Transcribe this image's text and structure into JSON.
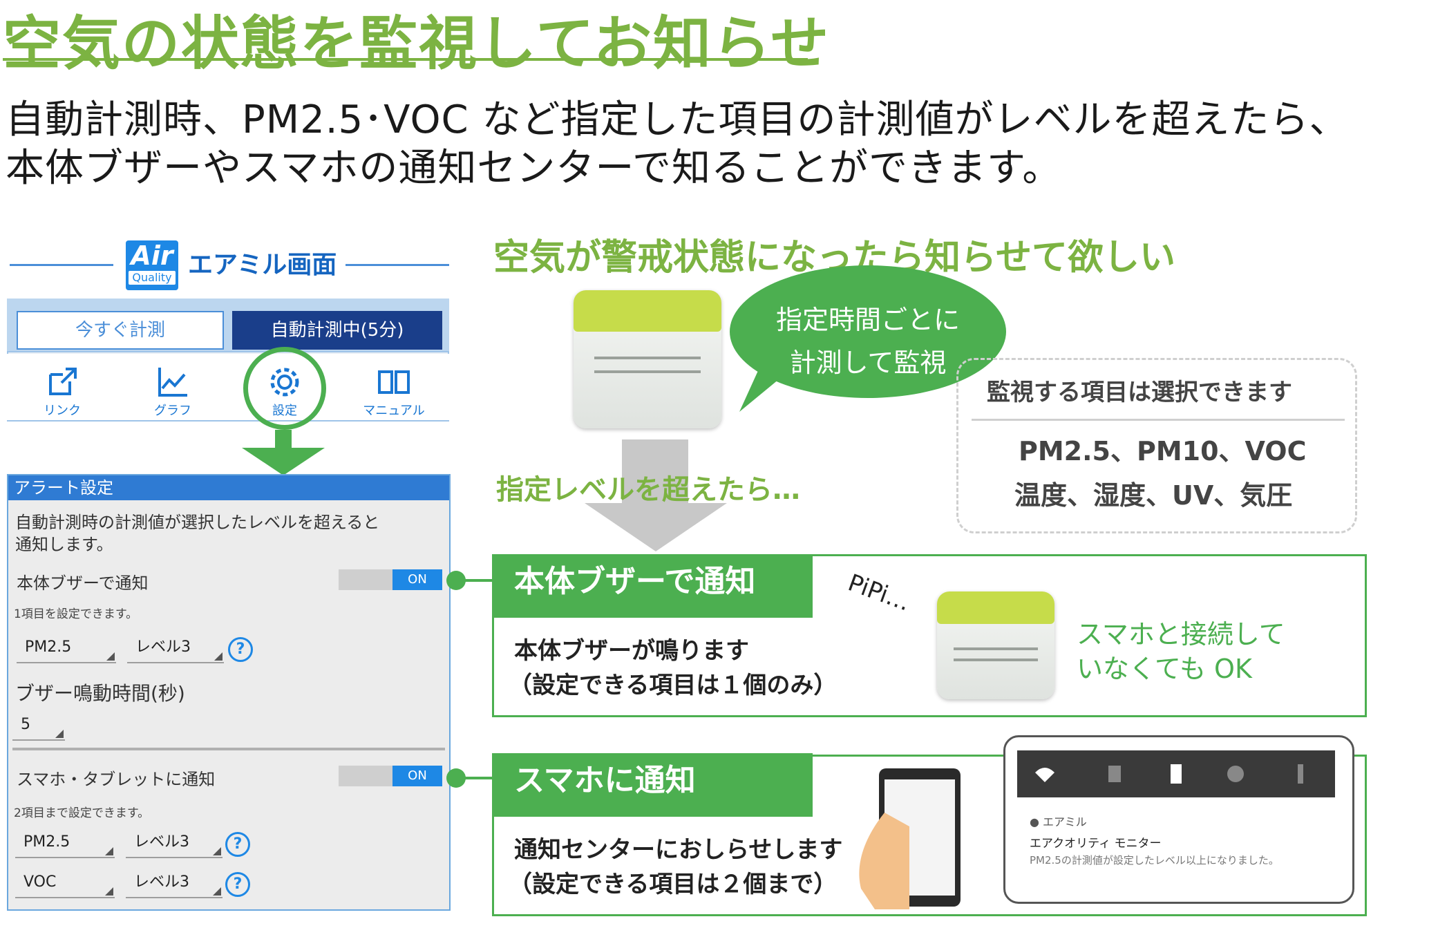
{
  "title": "空気の状態を監視してお知らせ",
  "lead": [
    "自動計測時、PM2.5･VOC など指定した項目の計測値がレベルを超えたら、",
    "本体ブザーやスマホの通知センターで知ることができます。"
  ],
  "app": {
    "logo_main": "Air",
    "logo_sub": "Quality",
    "name": "エアミル画面",
    "btn_now": "今すぐ計測",
    "btn_auto": "自動計測中(5分)",
    "nav": [
      {
        "label": "リンク",
        "icon": "external-link-icon"
      },
      {
        "label": "グラフ",
        "icon": "chart-icon"
      },
      {
        "label": "設定",
        "icon": "gear-icon"
      },
      {
        "label": "マニュアル",
        "icon": "book-icon"
      }
    ]
  },
  "settings": {
    "header": "アラート設定",
    "desc1": "自動計測時の計測値が選択したレベルを超えると",
    "desc2": "通知します。",
    "buzzer_label": "本体ブザーで通知",
    "buzzer_toggle": "ON",
    "buzzer_note": "1項目を設定できます。",
    "buzzer_item": "PM2.5",
    "buzzer_level": "レベル3",
    "buzzer_time_label": "ブザー鳴動時間(秒)",
    "buzzer_time": "5",
    "phone_label": "スマホ・タブレットに通知",
    "phone_toggle": "ON",
    "phone_note": "2項目まで設定できます。",
    "phone_rows": [
      {
        "item": "PM2.5",
        "level": "レベル3"
      },
      {
        "item": "VOC",
        "level": "レベル3"
      }
    ],
    "help": "?"
  },
  "right": {
    "headline": "空気が警戒状態になったら知らせて欲しい",
    "bubble1": "指定時間ごとに",
    "bubble2": "計測して監視",
    "select_title": "監視する項目は選択できます",
    "select_items1": "PM2.5、PM10、VOC",
    "select_items2": "温度、湿度、UV、気圧",
    "exceed": "指定レベルを超えたら…",
    "buzzer_tab": "本体ブザーで通知",
    "buzzer_text1": "本体ブザーが鳴ります",
    "buzzer_text2": "（設定できる項目は１個のみ）",
    "pipi": "PiPi…",
    "hand1": "スマホと接続して",
    "hand2": "いなくても OK",
    "phone_tab": "スマホに通知",
    "phone_text1": "通知センターにおしらせします",
    "phone_text2": "（設定できる項目は２個まで）",
    "notif_app": "エアミル",
    "notif_title": "エアクオリティ モニター",
    "notif_body": "PM2.5の計測値が設定したレベル以上になりました。"
  },
  "colors": {
    "green": "#4caf50",
    "title_green": "#7cb342",
    "blue": "#1e88e5",
    "navy": "#1a3e8a"
  }
}
